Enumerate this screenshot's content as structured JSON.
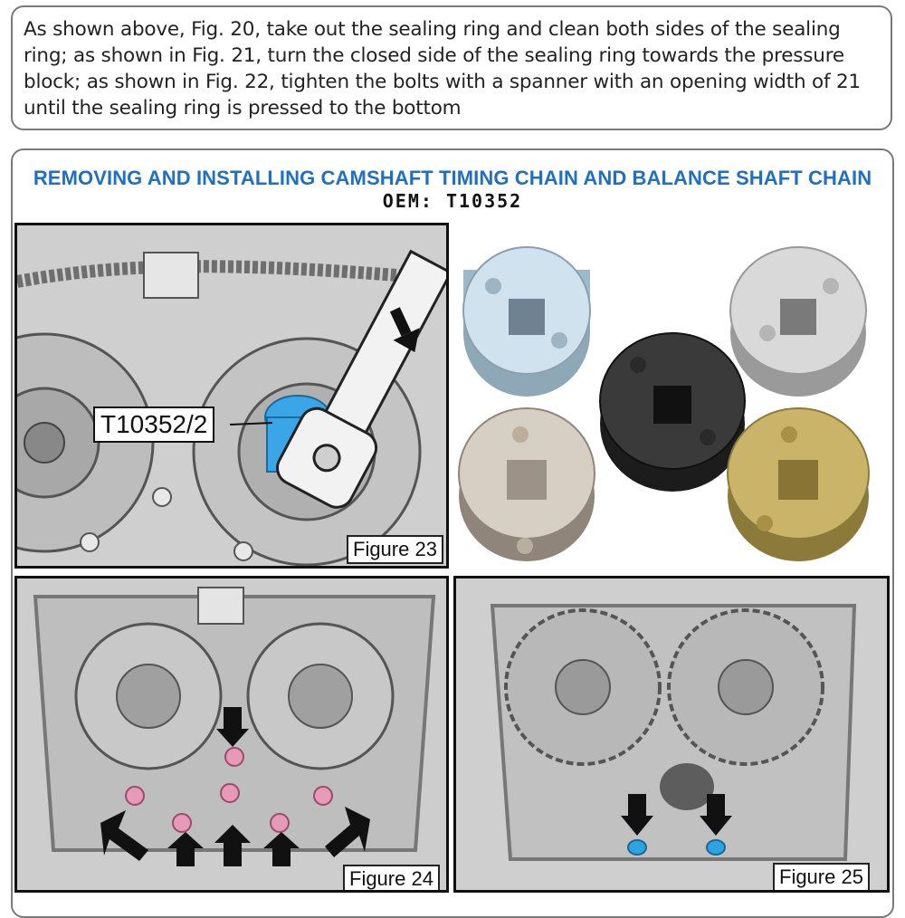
{
  "instructions": {
    "text": "As shown above, Fig. 20, take out the sealing ring and clean both sides of the sealing ring; as shown in Fig. 21, turn the closed side of the sealing ring towards the pressure block; as shown in Fig. 22, tighten the bolts with a spanner with an opening width of 21 until the sealing ring is pressed to the bottom"
  },
  "section": {
    "title": "REMOVING AND INSTALLING CAMSHAFT TIMING CHAIN AND BALANCE SHAFT CHAIN",
    "oem": "OEM:  T10352"
  },
  "figures": {
    "fig23": {
      "label": "Figure 23",
      "callout": "T10352/2"
    },
    "fig24": {
      "label": "Figure 24"
    },
    "fig25": {
      "label": "Figure 25"
    }
  },
  "colors": {
    "title_blue": "#1f6fc4",
    "highlight_blue": "#3aa6e8",
    "bolt_pink": "#e59ab8",
    "bolt_blue": "#2fa3e0"
  },
  "icons": [
    "arrow-down-icon",
    "arrow-diagonal-icon"
  ]
}
